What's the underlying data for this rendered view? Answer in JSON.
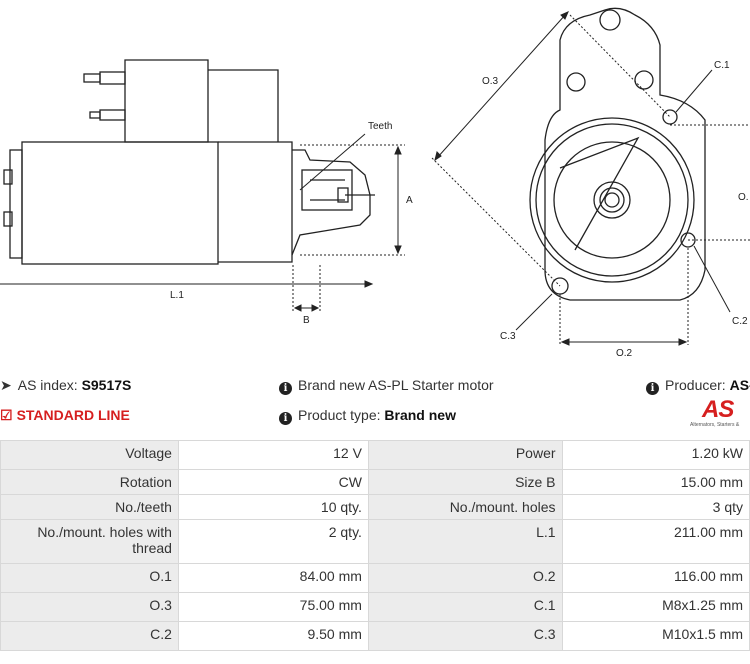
{
  "drawing": {
    "labels": {
      "teeth": "Teeth",
      "a": "A",
      "b": "B",
      "l1": "L.1",
      "o3": "O.3",
      "c1": "C.1",
      "o1": "O.",
      "c2": "C.2",
      "c3": "C.3",
      "o2": "O.2"
    }
  },
  "info": {
    "as_index_label": "AS index:",
    "as_index_value": "S9517S",
    "standard_line": "STANDARD LINE",
    "brand_new_text": "Brand new AS-PL Starter motor",
    "product_type_label": "Product type:",
    "product_type_value": "Brand new",
    "producer_label": "Producer:",
    "producer_value": "AS-P",
    "logo_text": "AS",
    "logo_tagline": "Alternators, Starters &"
  },
  "specs": [
    [
      {
        "label": "Voltage",
        "value": "12 V"
      },
      {
        "label": "Power",
        "value": "1.20 kW"
      }
    ],
    [
      {
        "label": "Rotation",
        "value": "CW"
      },
      {
        "label": "Size B",
        "value": "15.00 mm"
      }
    ],
    [
      {
        "label": "No./teeth",
        "value": "10 qty."
      },
      {
        "label": "No./mount. holes",
        "value": "3 qty"
      }
    ],
    [
      {
        "label": "No./mount. holes with thread",
        "value": "2 qty."
      },
      {
        "label": "L.1",
        "value": "211.00 mm"
      }
    ],
    [
      {
        "label": "O.1",
        "value": "84.00 mm"
      },
      {
        "label": "O.2",
        "value": "116.00 mm"
      }
    ],
    [
      {
        "label": "O.3",
        "value": "75.00 mm"
      },
      {
        "label": "C.1",
        "value": "M8x1.25 mm"
      }
    ],
    [
      {
        "label": "C.2",
        "value": "9.50 mm"
      },
      {
        "label": "C.3",
        "value": "M10x1.5 mm"
      }
    ]
  ],
  "colors": {
    "accent_red": "#d61f1f",
    "label_bg": "#ececec",
    "border": "#d8d8d8"
  },
  "icons": [
    "diamond-arrow-icon",
    "edit-check-icon",
    "info-icon",
    "logo"
  ]
}
